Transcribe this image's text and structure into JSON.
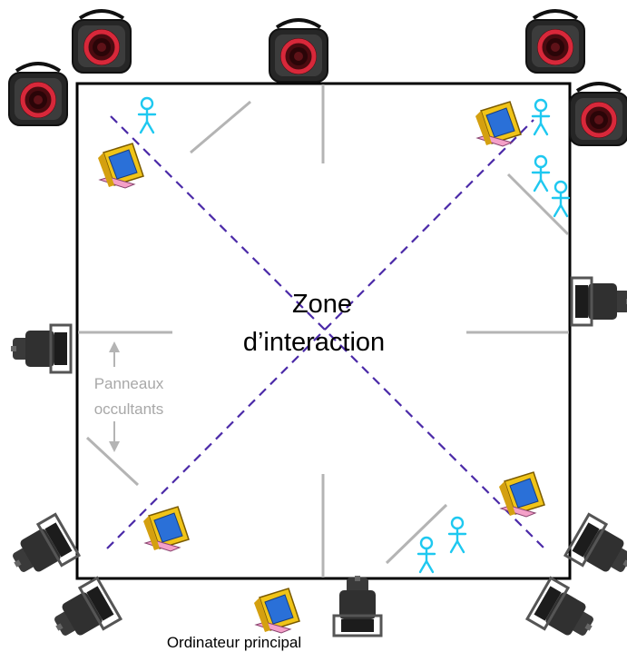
{
  "zone_label_line1": "Zone",
  "zone_label_line2": "d’interaction",
  "panels_label_line1": "Panneaux",
  "panels_label_line2": "occultants",
  "main_computer_label": "Ordinateur principal",
  "colors": {
    "room_border": "#000000",
    "dashed_lines": "#4b2aa8",
    "panels": "#b4b4b4",
    "people": "#1ec8f0",
    "monitor_body": "#f0c418",
    "monitor_screen": "#2a70d8",
    "speaker_body": "#262626",
    "speaker_ring": "#d8283a",
    "camera_body": "#303030"
  },
  "icons": {
    "speaker": "speaker-icon",
    "camera": "camera-icon",
    "computer": "computer-icon",
    "person": "person-icon",
    "arrow": "arrow-icon"
  }
}
